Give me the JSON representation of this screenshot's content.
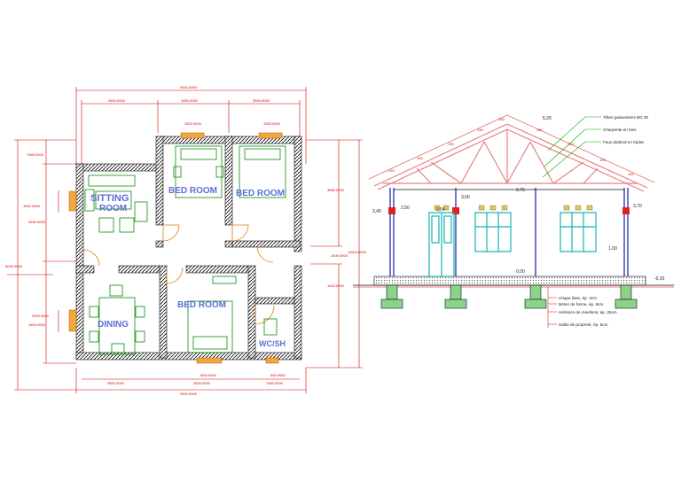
{
  "rooms": {
    "sitting_line1": "SITTING",
    "sitting_line2": "ROOM",
    "bed_room_1": "BED ROOM",
    "bed_room_2": "BED ROOM",
    "bed_room_3": "BED ROOM",
    "dining": "DINING",
    "wc_sh": "WC/SH"
  },
  "section": {
    "roof_notes": [
      "Tôles galvanisées BG 30",
      "Charpente en bois",
      "Faux plafond en triplex"
    ],
    "foundation_notes": [
      "Chape lisse, ép. 3cm",
      "Béton de forme, ép. 8cm",
      "Hérisson de moellons, ép. 25cm",
      "Sable de propreté, ép. 5cm"
    ],
    "levels": {
      "ridge": "5,20",
      "eave_left": "3,45",
      "eave_right": "3,70",
      "window_head": "2,50",
      "ceiling": "3,00",
      "wall_top": "2,75",
      "sill": "1,00",
      "floor": "0,00",
      "ground": "-0,20",
      "mid_door": "2,54"
    }
  },
  "colors": {
    "wall": "#111111",
    "dimension": "#d40000",
    "furniture": "#0a8a0a",
    "door": "#e07a10",
    "room_label": "#5b6fd6",
    "window_section": "#14b3b3",
    "truss": "#e88080",
    "note_leader": "#00b000"
  }
}
